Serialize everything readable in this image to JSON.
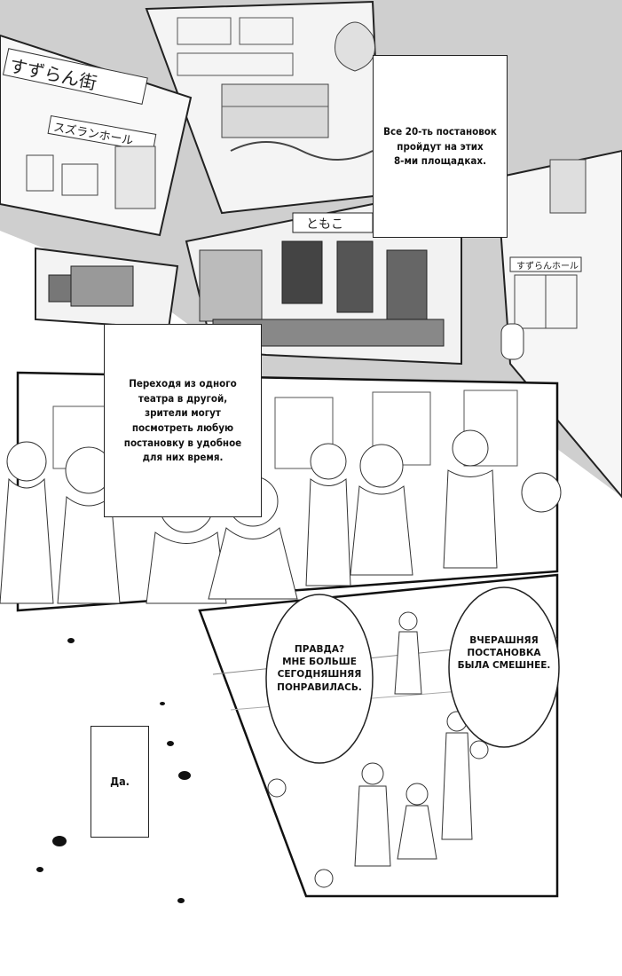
{
  "captions": {
    "venues": "Все 20-ть постановок\nпройдут на этих\n8-ми площадках.",
    "audience": "Переходя из одного\nтеатра в другой,\nзрители могут\nпосмотреть любую\nпостановку в удобное\nдля них время.",
    "yes": "Да."
  },
  "speech": {
    "left": "ПРАВДА?\nМНЕ БОЛЬШЕ\nСЕГОДНЯШНЯЯ\nПОНРАВИЛАСЬ.",
    "right": "ВЧЕРАШНЯЯ\nПОСТАНОВКА\nБЫЛА СМЕШНЕЕ."
  },
  "signs": {
    "sign1": "すずらん街",
    "sign2": "スズランホール",
    "sign3": "すずらんホール",
    "sign4": "ともこ"
  }
}
